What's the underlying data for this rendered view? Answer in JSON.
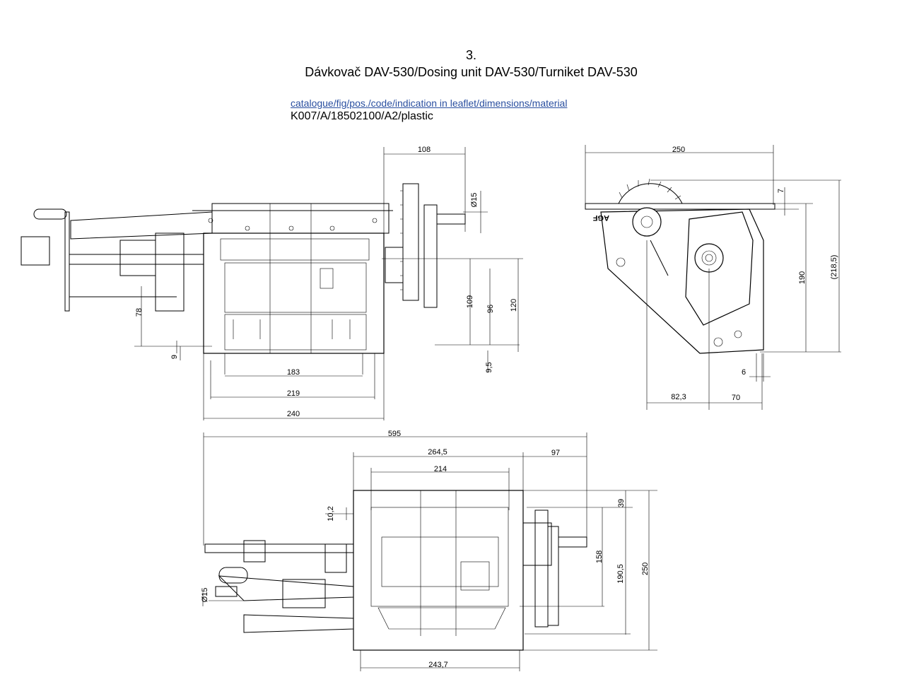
{
  "header": {
    "number": "3.",
    "title": "Dávkovač DAV-530/Dosing unit DAV-530/Turniket DAV-530",
    "caption_link": "catalogue/fig/pos./code/indication in leaflet/dimensions/material",
    "code_line": "K007/A/18502100/A2/plastic"
  },
  "side_view": {
    "dims": [
      "108",
      "Ø15",
      "109",
      "96",
      "120",
      "78",
      "9",
      "9,5",
      "183",
      "219",
      "240"
    ]
  },
  "front_view": {
    "logo": "AGF",
    "dims": [
      "250",
      "7",
      "190",
      "(218,5)",
      "6",
      "82,3",
      "70"
    ]
  },
  "top_view": {
    "dims": [
      "595",
      "264,5",
      "97",
      "214",
      "39",
      "10,2",
      "158",
      "190,5",
      "250",
      "Ø15",
      "243,7"
    ]
  }
}
